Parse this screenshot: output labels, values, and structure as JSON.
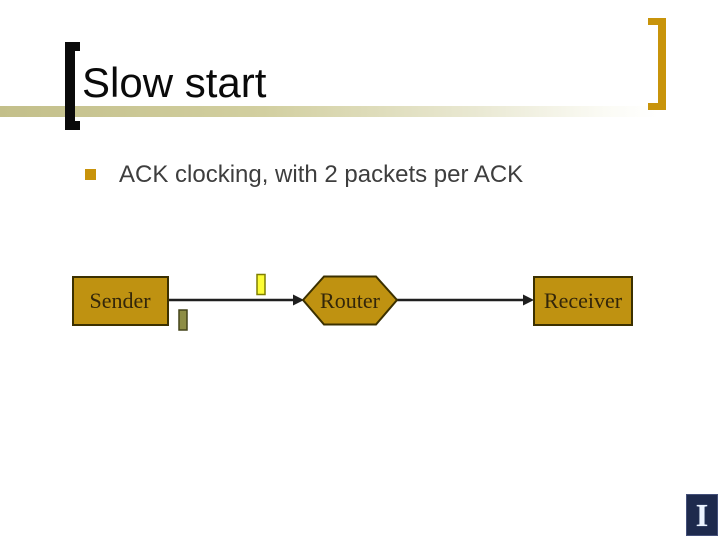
{
  "slide": {
    "title": "Slow start",
    "bullets": [
      {
        "marker": "square",
        "text": "ACK clocking, with 2 packets per ACK"
      }
    ],
    "diagram": {
      "nodes": [
        {
          "id": "sender",
          "label": "Sender",
          "shape": "rectangle"
        },
        {
          "id": "router",
          "label": "Router",
          "shape": "hexagon"
        },
        {
          "id": "receiver",
          "label": "Receiver",
          "shape": "rectangle"
        }
      ],
      "connections": [
        {
          "from": "sender",
          "to": "router",
          "arrow": "right"
        },
        {
          "from": "router",
          "to": "receiver",
          "arrow": "right"
        }
      ],
      "packets": [
        {
          "name": "packet-above-line",
          "color": "#fdfd35",
          "border": "#7f7f00"
        },
        {
          "name": "packet-below-line",
          "color": "#8d8d45",
          "border": "#44441a"
        }
      ]
    },
    "logo": {
      "letter": "I"
    },
    "colors": {
      "node_fill": "#bf9211",
      "node_border": "#3b3000",
      "accent_gold": "#c8940b",
      "rule_tan": "#c9c591",
      "bullet_marker": "#c8930b",
      "bullet_text": "#3e3e3e",
      "connector": "#1f1f1f",
      "logo_navy": "#1e2a4d"
    }
  }
}
